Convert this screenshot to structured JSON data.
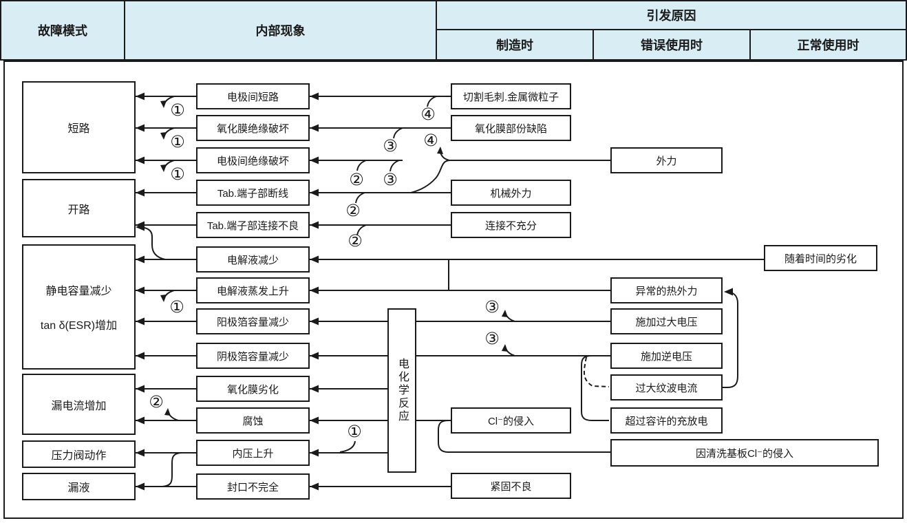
{
  "header": {
    "failure_mode": "故障模式",
    "internal_phenomenon": "内部现象",
    "cause": "引发原因",
    "cause_manufacturing": "制造时",
    "cause_misuse": "错误使用时",
    "cause_normal": "正常使用时"
  },
  "failure_modes": {
    "short_circuit": "短路",
    "open_circuit": "开路",
    "capacitance_decrease_line1": "静电容量减少",
    "capacitance_decrease_line2": "tan δ(ESR)增加",
    "leakage_current_increase": "漏电流增加",
    "pressure_valve_operation": "压力阀动作",
    "liquid_leakage": "漏液"
  },
  "phenomena": [
    "电极间短路",
    "氧化膜绝缘破坏",
    "电极间绝缘破坏",
    "Tab.端子部断线",
    "Tab.端子部连接不良",
    "电解液减少",
    "电解液蒸发上升",
    "阳极箔容量减少",
    "阴极箔容量减少",
    "氧化膜劣化",
    "腐蚀",
    "内压上升",
    "封口不完全"
  ],
  "reaction_box": "电化学反应",
  "causes_manufacturing": [
    "切割毛刺.金属微粒子",
    "氧化膜部份缺陷",
    "机械外力",
    "连接不充分",
    "Cl⁻的侵入",
    "紧固不良"
  ],
  "causes_misuse": [
    "外力",
    "异常的热外力",
    "施加过大电压",
    "施加逆电压",
    "过大纹波电流",
    "超过容许的充放电"
  ],
  "causes_normal": [
    "随着时间的劣化",
    "因清洗基板Cl⁻的侵入"
  ],
  "markers": [
    "①",
    "①",
    "①",
    "①",
    "②",
    "①",
    "④",
    "③",
    "②",
    "③",
    "②",
    "②",
    "③",
    "③",
    "④"
  ],
  "colors": {
    "header_bg": "#d9edf5",
    "line": "#1a1a1a",
    "box_bg": "#ffffff"
  }
}
